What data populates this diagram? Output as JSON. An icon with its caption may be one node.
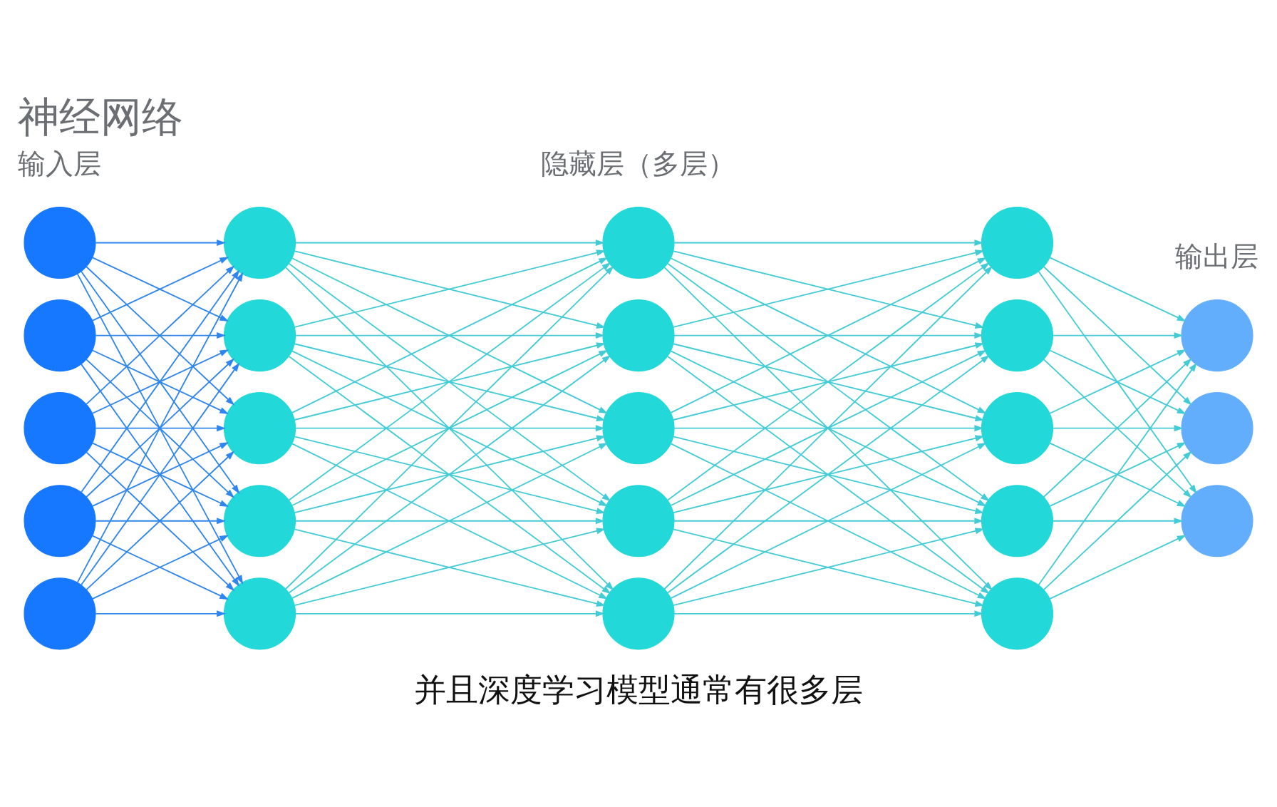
{
  "diagram": {
    "title": "神经网络",
    "caption": "并且深度学习模型通常有很多层",
    "nodes": [
      {
        "text": [],
        "shape": "circle"
      },
      {
        "text": [],
        "shape": "circle"
      },
      {
        "text": [],
        "shape": "circle"
      },
      {
        "text": [],
        "shape": "circle"
      },
      {
        "text": [],
        "shape": "circle"
      },
      {
        "text": [],
        "shape": "circle"
      },
      {
        "text": [],
        "shape": "circle"
      },
      {
        "text": [],
        "shape": "circle"
      },
      {
        "text": [],
        "shape": "circle"
      },
      {
        "text": [],
        "shape": "circle"
      },
      {
        "text": [],
        "shape": "circle"
      },
      {
        "text": [],
        "shape": "circle"
      },
      {
        "text": [],
        "shape": "circle"
      },
      {
        "text": [],
        "shape": "circle"
      },
      {
        "text": [],
        "shape": "circle"
      },
      {
        "text": [],
        "shape": "circle"
      },
      {
        "text": [],
        "shape": "circle"
      },
      {
        "text": [],
        "shape": "circle"
      },
      {
        "text": [],
        "shape": "circle"
      },
      {
        "text": [],
        "shape": "circle"
      },
      {
        "text": [],
        "shape": "circle"
      },
      {
        "text": [],
        "shape": "circle"
      },
      {
        "text": [],
        "shape": "circle"
      }
    ],
    "edges": [
      {
        "from": 0,
        "to": 5,
        "arrow": "to",
        "color": "#2f86ee"
      },
      {
        "from": 0,
        "to": 6,
        "arrow": "to",
        "color": "#2f86ee"
      },
      {
        "from": 0,
        "to": 7,
        "arrow": "to",
        "color": "#2f86ee"
      },
      {
        "from": 0,
        "to": 8,
        "arrow": "to",
        "color": "#2f86ee"
      },
      {
        "from": 0,
        "to": 9,
        "arrow": "to",
        "color": "#2f86ee"
      },
      {
        "from": 1,
        "to": 5,
        "arrow": "to",
        "color": "#2f86ee"
      },
      {
        "from": 1,
        "to": 6,
        "arrow": "to",
        "color": "#2f86ee"
      },
      {
        "from": 1,
        "to": 7,
        "arrow": "to",
        "color": "#2f86ee"
      },
      {
        "from": 1,
        "to": 8,
        "arrow": "to",
        "color": "#2f86ee"
      },
      {
        "from": 1,
        "to": 9,
        "arrow": "to",
        "color": "#2f86ee"
      },
      {
        "from": 2,
        "to": 5,
        "arrow": "to",
        "color": "#2f86ee"
      },
      {
        "from": 2,
        "to": 6,
        "arrow": "to",
        "color": "#2f86ee"
      },
      {
        "from": 2,
        "to": 7,
        "arrow": "to",
        "color": "#2f86ee"
      },
      {
        "from": 2,
        "to": 8,
        "arrow": "to",
        "color": "#2f86ee"
      },
      {
        "from": 2,
        "to": 9,
        "arrow": "to",
        "color": "#2f86ee"
      },
      {
        "from": 3,
        "to": 5,
        "arrow": "to",
        "color": "#2f86ee"
      },
      {
        "from": 3,
        "to": 6,
        "arrow": "to",
        "color": "#2f86ee"
      },
      {
        "from": 3,
        "to": 7,
        "arrow": "to",
        "color": "#2f86ee"
      },
      {
        "from": 3,
        "to": 8,
        "arrow": "to",
        "color": "#2f86ee"
      },
      {
        "from": 3,
        "to": 9,
        "arrow": "to",
        "color": "#2f86ee"
      },
      {
        "from": 4,
        "to": 5,
        "arrow": "to",
        "color": "#2f86ee"
      },
      {
        "from": 4,
        "to": 6,
        "arrow": "to",
        "color": "#2f86ee"
      },
      {
        "from": 4,
        "to": 7,
        "arrow": "to",
        "color": "#2f86ee"
      },
      {
        "from": 4,
        "to": 8,
        "arrow": "to",
        "color": "#2f86ee"
      },
      {
        "from": 4,
        "to": 9,
        "arrow": "to",
        "color": "#2f86ee"
      },
      {
        "from": 5,
        "to": 10,
        "arrow": "to"
      },
      {
        "from": 5,
        "to": 11,
        "arrow": "to"
      },
      {
        "from": 5,
        "to": 12,
        "arrow": "to"
      },
      {
        "from": 5,
        "to": 13,
        "arrow": "to"
      },
      {
        "from": 5,
        "to": 14,
        "arrow": "to"
      },
      {
        "from": 6,
        "to": 10,
        "arrow": "to"
      },
      {
        "from": 6,
        "to": 11,
        "arrow": "to"
      },
      {
        "from": 6,
        "to": 12,
        "arrow": "to"
      },
      {
        "from": 6,
        "to": 13,
        "arrow": "to"
      },
      {
        "from": 6,
        "to": 14,
        "arrow": "to"
      },
      {
        "from": 7,
        "to": 10,
        "arrow": "to"
      },
      {
        "from": 7,
        "to": 11,
        "arrow": "to"
      },
      {
        "from": 7,
        "to": 12,
        "arrow": "to"
      },
      {
        "from": 7,
        "to": 13,
        "arrow": "to"
      },
      {
        "from": 7,
        "to": 14,
        "arrow": "to"
      },
      {
        "from": 8,
        "to": 10,
        "arrow": "to"
      },
      {
        "from": 8,
        "to": 11,
        "arrow": "to"
      },
      {
        "from": 8,
        "to": 12,
        "arrow": "to"
      },
      {
        "from": 8,
        "to": 13,
        "arrow": "to"
      },
      {
        "from": 8,
        "to": 14,
        "arrow": "to"
      },
      {
        "from": 9,
        "to": 10,
        "arrow": "to"
      },
      {
        "from": 9,
        "to": 11,
        "arrow": "to"
      },
      {
        "from": 9,
        "to": 12,
        "arrow": "to"
      },
      {
        "from": 9,
        "to": 13,
        "arrow": "to"
      },
      {
        "from": 9,
        "to": 14,
        "arrow": "to"
      },
      {
        "from": 10,
        "to": 15,
        "arrow": "to"
      },
      {
        "from": 10,
        "to": 16,
        "arrow": "to"
      },
      {
        "from": 10,
        "to": 17,
        "arrow": "to"
      },
      {
        "from": 10,
        "to": 18,
        "arrow": "to"
      },
      {
        "from": 10,
        "to": 19,
        "arrow": "to"
      },
      {
        "from": 11,
        "to": 15,
        "arrow": "to"
      },
      {
        "from": 11,
        "to": 16,
        "arrow": "to"
      },
      {
        "from": 11,
        "to": 17,
        "arrow": "to"
      },
      {
        "from": 11,
        "to": 18,
        "arrow": "to"
      },
      {
        "from": 11,
        "to": 19,
        "arrow": "to"
      },
      {
        "from": 12,
        "to": 15,
        "arrow": "to"
      },
      {
        "from": 12,
        "to": 16,
        "arrow": "to"
      },
      {
        "from": 12,
        "to": 17,
        "arrow": "to"
      },
      {
        "from": 12,
        "to": 18,
        "arrow": "to"
      },
      {
        "from": 12,
        "to": 19,
        "arrow": "to"
      },
      {
        "from": 13,
        "to": 15,
        "arrow": "to"
      },
      {
        "from": 13,
        "to": 16,
        "arrow": "to"
      },
      {
        "from": 13,
        "to": 17,
        "arrow": "to"
      },
      {
        "from": 13,
        "to": 18,
        "arrow": "to"
      },
      {
        "from": 13,
        "to": 19,
        "arrow": "to"
      },
      {
        "from": 14,
        "to": 15,
        "arrow": "to"
      },
      {
        "from": 14,
        "to": 16,
        "arrow": "to"
      },
      {
        "from": 14,
        "to": 17,
        "arrow": "to"
      },
      {
        "from": 14,
        "to": 18,
        "arrow": "to"
      },
      {
        "from": 14,
        "to": 19,
        "arrow": "to"
      },
      {
        "from": 15,
        "to": 20,
        "arrow": "to"
      },
      {
        "from": 15,
        "to": 21,
        "arrow": "to"
      },
      {
        "from": 15,
        "to": 22,
        "arrow": "to"
      },
      {
        "from": 16,
        "to": 20,
        "arrow": "to"
      },
      {
        "from": 16,
        "to": 21,
        "arrow": "to"
      },
      {
        "from": 16,
        "to": 22,
        "arrow": "to"
      },
      {
        "from": 17,
        "to": 20,
        "arrow": "to"
      },
      {
        "from": 17,
        "to": 21,
        "arrow": "to"
      },
      {
        "from": 17,
        "to": 22,
        "arrow": "to"
      },
      {
        "from": 18,
        "to": 20,
        "arrow": "to"
      },
      {
        "from": 18,
        "to": 21,
        "arrow": "to"
      },
      {
        "from": 18,
        "to": 22,
        "arrow": "to"
      },
      {
        "from": 19,
        "to": 20,
        "arrow": "to"
      },
      {
        "from": 19,
        "to": 21,
        "arrow": "to"
      },
      {
        "from": 19,
        "to": 22,
        "arrow": "to"
      }
    ],
    "labels": [
      "输入层",
      "隐藏层（多层）",
      "输出层"
    ]
  }
}
